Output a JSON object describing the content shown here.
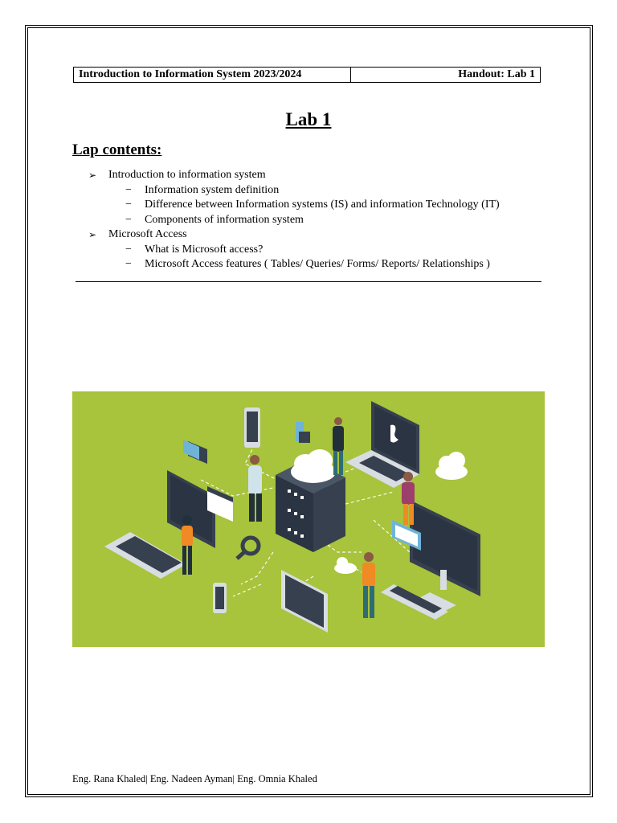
{
  "header": {
    "course": "Introduction to Information System  2023/2024",
    "handout": "Handout: Lab 1"
  },
  "title": "Lab 1",
  "contents_heading": "Lap contents:",
  "sections": [
    {
      "label": "Introduction to information system",
      "items": [
        "Information system definition",
        "Difference between Information systems (IS) and information Technology (IT)",
        "Components of information system"
      ]
    },
    {
      "label": "Microsoft Access",
      "items": [
        "What is Microsoft access?",
        "Microsoft Access features ( Tables/ Queries/ Forms/ Reports/ Relationships )"
      ]
    }
  ],
  "colors": {
    "illustration_background": "#a8c33c",
    "device_dark": "#36404f",
    "accent_orange": "#f08a24"
  },
  "footer": "Eng. Rana Khaled| Eng. Nadeen Ayman| Eng. Omnia Khaled"
}
